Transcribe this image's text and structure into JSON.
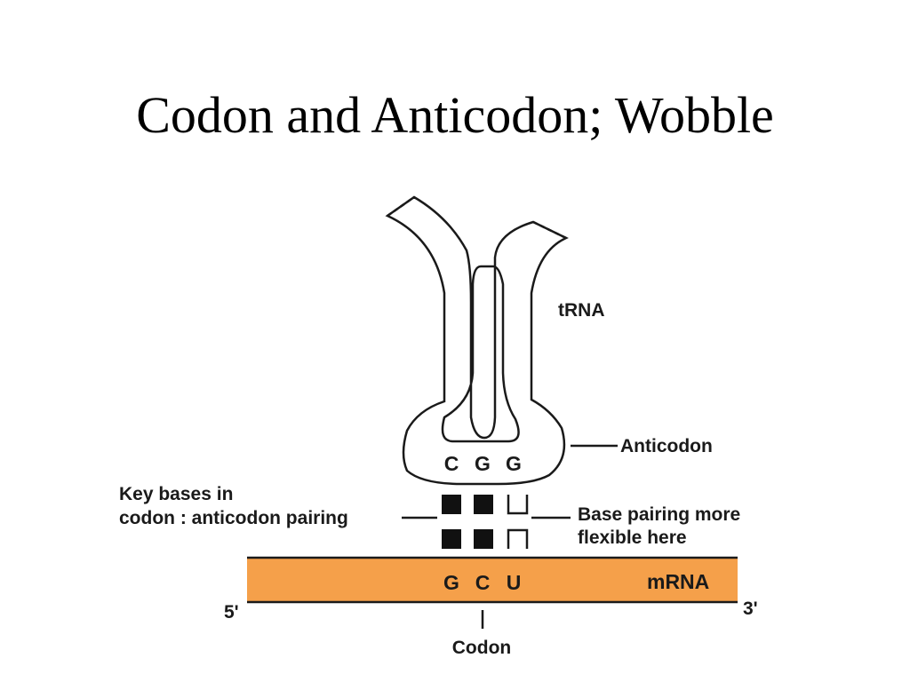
{
  "title": "Codon and Anticodon; Wobble",
  "diagram": {
    "fill_color": "#F5A04A",
    "trna_label": "tRNA",
    "anticodon_label": "Anticodon",
    "anticodon_bases": [
      "C",
      "G",
      "G"
    ],
    "key_bases_label_line1": "Key bases in",
    "key_bases_label_line2": "codon : anticodon pairing",
    "wobble_label_line1": "Base pairing more",
    "wobble_label_line2": "flexible here",
    "codon_bases": [
      "G",
      "C",
      "U"
    ],
    "mrna_label": "mRNA",
    "five_prime": "5'",
    "three_prime": "3'",
    "codon_label": "Codon"
  }
}
